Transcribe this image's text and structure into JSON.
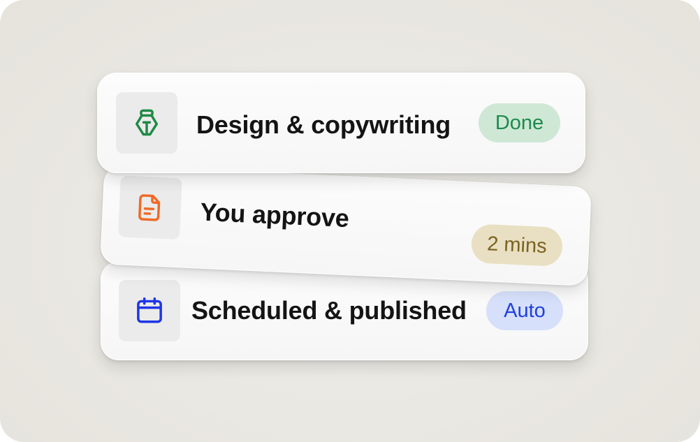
{
  "colors": {
    "background": "#e9e7e1",
    "card": "#f9f9f9",
    "icon_box": "#ebebeb",
    "title_text": "#141414",
    "done_bg": "#cfe8d6",
    "done_text": "#1e8a4c",
    "mins_bg": "#e9dfc2",
    "mins_text": "#7a6320",
    "auto_bg": "#d6e0fb",
    "auto_text": "#1f3fe0",
    "pen_icon": "#1f8a45",
    "file_icon": "#f06a26",
    "calendar_icon": "#1f35e6"
  },
  "steps": [
    {
      "title": "Design & copywriting",
      "status": "Done",
      "icon": "pen-nib-icon"
    },
    {
      "title": "You approve",
      "status": "2 mins",
      "icon": "document-icon"
    },
    {
      "title": "Scheduled & published",
      "status": "Auto",
      "icon": "calendar-icon"
    }
  ]
}
